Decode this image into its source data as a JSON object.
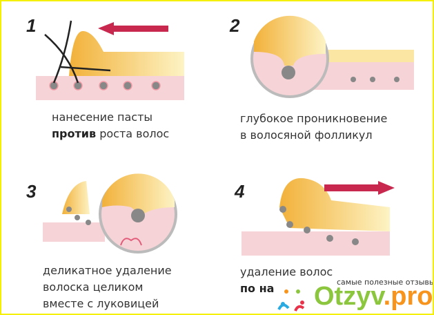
{
  "steps": [
    {
      "number": "1",
      "line1": "нанесение пасты",
      "line2_bold": "против",
      "line2": " роста волос"
    },
    {
      "number": "2",
      "line1": "глубокое проникновение",
      "line2": "в волосяной фолликул"
    },
    {
      "number": "3",
      "line1": "деликатное удаление",
      "line2": "волоска целиком",
      "line3": "вместе с луковицей"
    },
    {
      "number": "4",
      "line1": "удаление волос",
      "line2_bold": "по на"
    }
  ],
  "watermark": {
    "tagline": "самые полезные отзывы",
    "brand": "Otzyv",
    "tld": ".pro"
  },
  "colors": {
    "arrow": "#c8284e",
    "skin": "#f6d3d6",
    "paste": "#f5c14a",
    "border": "#f4f000"
  }
}
